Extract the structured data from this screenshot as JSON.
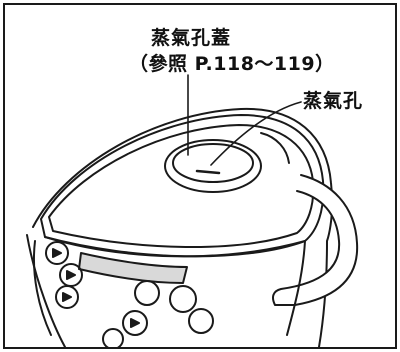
{
  "figure": {
    "callouts": {
      "steam_vent_cap_label": "蒸氣孔蓋",
      "steam_vent_cap_reference": "（參照 P.118～119）",
      "steam_vent_label": "蒸氣孔"
    },
    "colors": {
      "line": "#1a1a1a",
      "background": "#ffffff",
      "shade": "#d9d9d9"
    }
  }
}
